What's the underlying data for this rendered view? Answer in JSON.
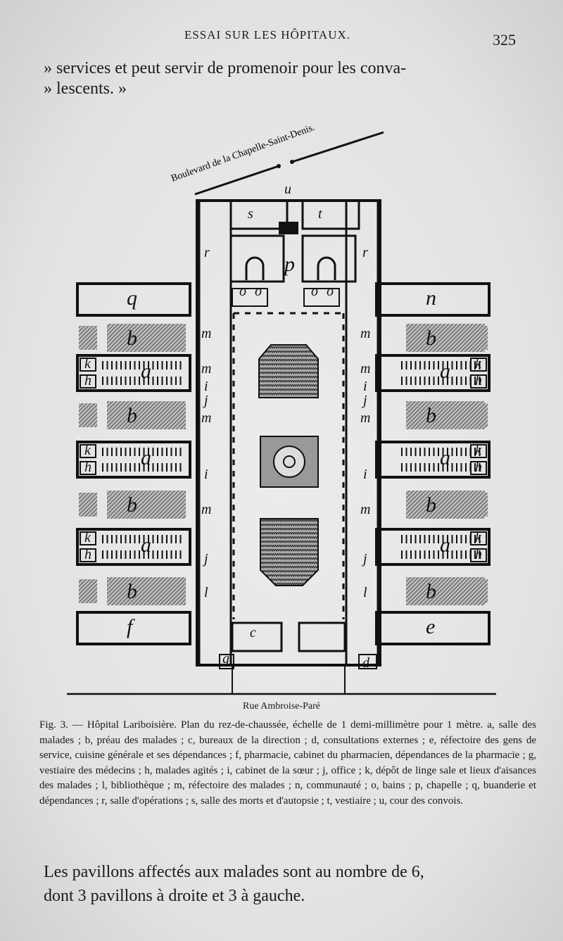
{
  "header": {
    "running_title": "ESSAI SUR LES HÔPITAUX.",
    "page_number": "325"
  },
  "body_top": [
    "» services et peut servir de promenoir pour les conva-",
    "» lescents. »"
  ],
  "plan": {
    "street_top": "Boulevard de la Chapelle-Saint-Denis.",
    "street_bottom": "Rue Ambroise-Paré",
    "labels": {
      "a": "a",
      "b": "b",
      "c": "c",
      "d": "d",
      "e": "e",
      "f": "f",
      "g": "g",
      "h": "h",
      "i": "i",
      "j": "j",
      "k": "k",
      "l": "l",
      "m": "m",
      "n": "n",
      "o": "o",
      "p": "p",
      "q": "q",
      "r": "r",
      "s": "s",
      "t": "t",
      "u": "u"
    }
  },
  "caption": {
    "fig": "Fig. 3. — Hôpital Lariboisière.",
    "text": "Plan du rez-de-chaussée, échelle de 1 demi-millimètre pour 1 mètre. a, salle des malades ; b, préau des malades ; c, bureaux de la direction ; d, consultations externes ; e, réfectoire des gens de service, cuisine générale et ses dépendances ; f, pharmacie, cabinet du pharmacien, dépendances de la pharmacie ; g, vestiaire des médecins ; h, malades agités ; i, cabinet de la sœur ; j, office ; k, dépôt de linge sale et lieux d'aisances des malades ; l, bibliothèque ; m, réfectoire des malades ; n, communauté ; o, bains ; p, chapelle ; q, buanderie et dépendances ; r, salle d'opérations ; s, salle des morts et d'autopsie ; t, vestiaire ; u, cour des convois."
  },
  "closing": [
    "Les pavillons affectés aux malades sont au nombre de 6,",
    "dont 3 pavillons à droite et 3 à gauche."
  ]
}
